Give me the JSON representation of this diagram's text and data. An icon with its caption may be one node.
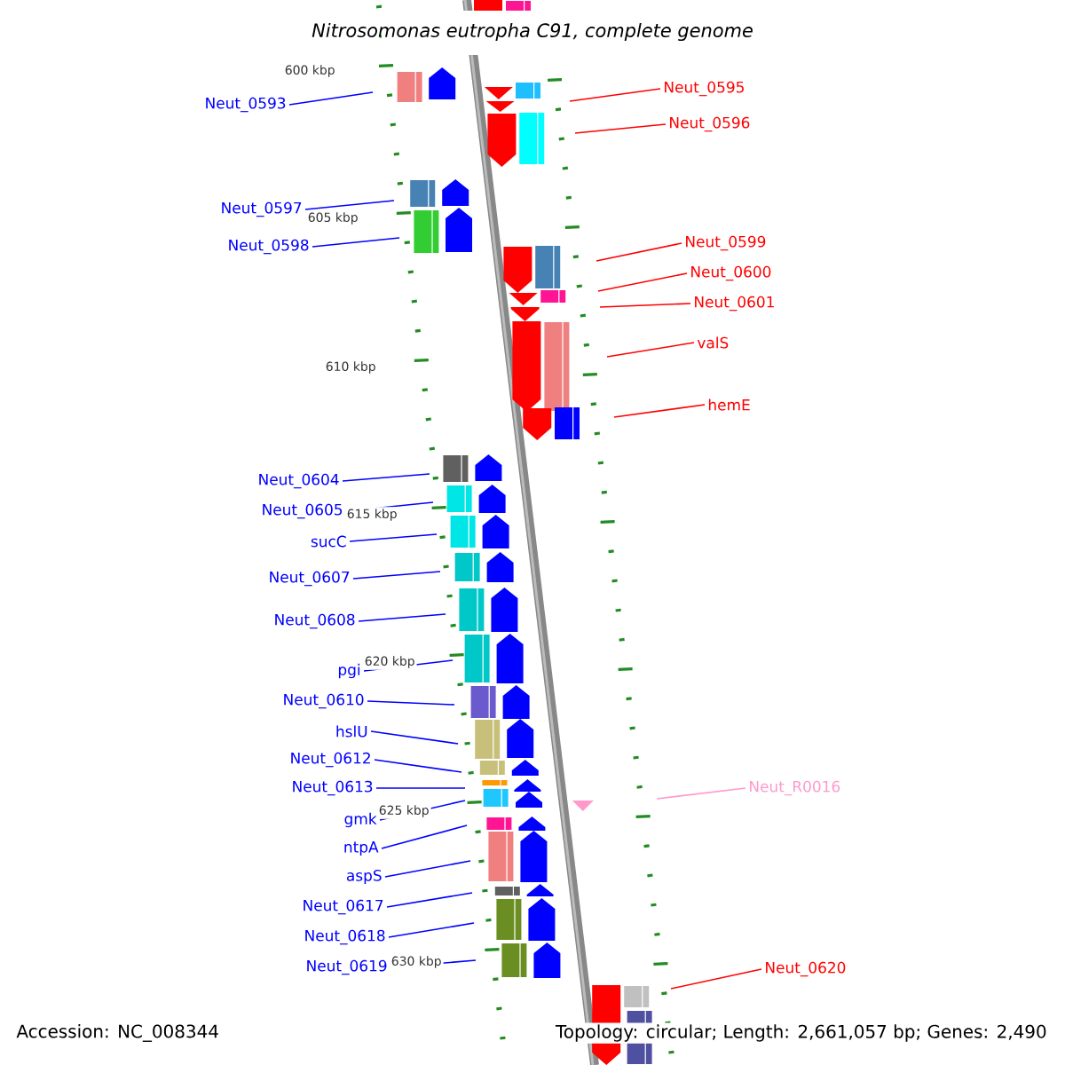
{
  "diagram": {
    "title": "Nitrosomonas eutropha C91, complete genome",
    "nodes": [
      {
        "text": [
          "Neut_0595"
        ]
      },
      {
        "text": [
          "Neut_0593"
        ]
      },
      {
        "text": [
          "Neut_0596"
        ]
      },
      {
        "text": [
          "Neut_0597"
        ]
      },
      {
        "text": [
          "Neut_0599"
        ]
      },
      {
        "text": [
          "Neut_0598"
        ]
      },
      {
        "text": [
          "Neut_0600"
        ]
      },
      {
        "text": [
          "Neut_0601"
        ]
      },
      {
        "text": [
          "valS"
        ]
      },
      {
        "text": [
          "hemE"
        ]
      },
      {
        "text": [
          "Neut_0604"
        ]
      },
      {
        "text": [
          "Neut_0605"
        ]
      },
      {
        "text": [
          "sucC"
        ]
      },
      {
        "text": [
          "Neut_0607"
        ]
      },
      {
        "text": [
          "Neut_0608"
        ]
      },
      {
        "text": [
          "pgi"
        ]
      },
      {
        "text": [
          "Neut_0610"
        ]
      },
      {
        "text": [
          "hslU"
        ]
      },
      {
        "text": [
          "Neut_0612"
        ]
      },
      {
        "text": [
          "Neut_0613"
        ]
      },
      {
        "text": [
          "Neut_R0016"
        ]
      },
      {
        "text": [
          "gmk"
        ]
      },
      {
        "text": [
          "ntpA"
        ]
      },
      {
        "text": [
          "aspS"
        ]
      },
      {
        "text": [
          "Neut_0617"
        ]
      },
      {
        "text": [
          "Neut_0618"
        ]
      },
      {
        "text": [
          "Neut_0619"
        ]
      },
      {
        "text": [
          "Neut_0620"
        ]
      }
    ],
    "edges": [
      {
        "from": 0,
        "to": null,
        "arrow": "none",
        "color": "#ff0000"
      },
      {
        "from": 1,
        "to": null,
        "arrow": "none"
      },
      {
        "from": 2,
        "to": null,
        "arrow": "none",
        "color": "#ff0000"
      },
      {
        "from": 3,
        "to": null,
        "arrow": "none"
      },
      {
        "from": 4,
        "to": null,
        "arrow": "none",
        "color": "#ff0000"
      },
      {
        "from": 5,
        "to": null,
        "arrow": "none"
      },
      {
        "from": 6,
        "to": null,
        "arrow": "none",
        "color": "#ff0000"
      },
      {
        "from": 7,
        "to": null,
        "arrow": "none",
        "color": "#ff0000"
      },
      {
        "from": 8,
        "to": null,
        "arrow": "none",
        "color": "#ff0000"
      },
      {
        "from": 9,
        "to": null,
        "arrow": "none",
        "color": "#ff0000"
      },
      {
        "from": 10,
        "to": null,
        "arrow": "none"
      },
      {
        "from": 11,
        "to": null,
        "arrow": "none"
      },
      {
        "from": 12,
        "to": null,
        "arrow": "none"
      },
      {
        "from": 13,
        "to": null,
        "arrow": "none"
      },
      {
        "from": 14,
        "to": null,
        "arrow": "none"
      },
      {
        "from": 15,
        "to": null,
        "arrow": "none"
      },
      {
        "from": 16,
        "to": null,
        "arrow": "none"
      },
      {
        "from": 17,
        "to": null,
        "arrow": "none"
      },
      {
        "from": 18,
        "to": null,
        "arrow": "none"
      },
      {
        "from": 19,
        "to": null,
        "arrow": "none"
      },
      {
        "from": 20,
        "to": null,
        "arrow": "none",
        "color": "#ff99cc"
      },
      {
        "from": 21,
        "to": null,
        "arrow": "none"
      },
      {
        "from": 22,
        "to": null,
        "arrow": "none"
      },
      {
        "from": 23,
        "to": null,
        "arrow": "none"
      },
      {
        "from": 24,
        "to": null,
        "arrow": "none"
      },
      {
        "from": 25,
        "to": null,
        "arrow": "none"
      },
      {
        "from": 26,
        "to": null,
        "arrow": "none"
      },
      {
        "from": 27,
        "to": null,
        "arrow": "none",
        "color": "#ff0000"
      }
    ],
    "labels": [
      "600 kbp",
      "605 kbp",
      "610 kbp",
      "615 kbp",
      "620 kbp",
      "625 kbp",
      "630 kbp",
      "Accession: NC_008344",
      "Topology: circular; Length: 2,661,057 bp; Genes: 2,490"
    ]
  }
}
